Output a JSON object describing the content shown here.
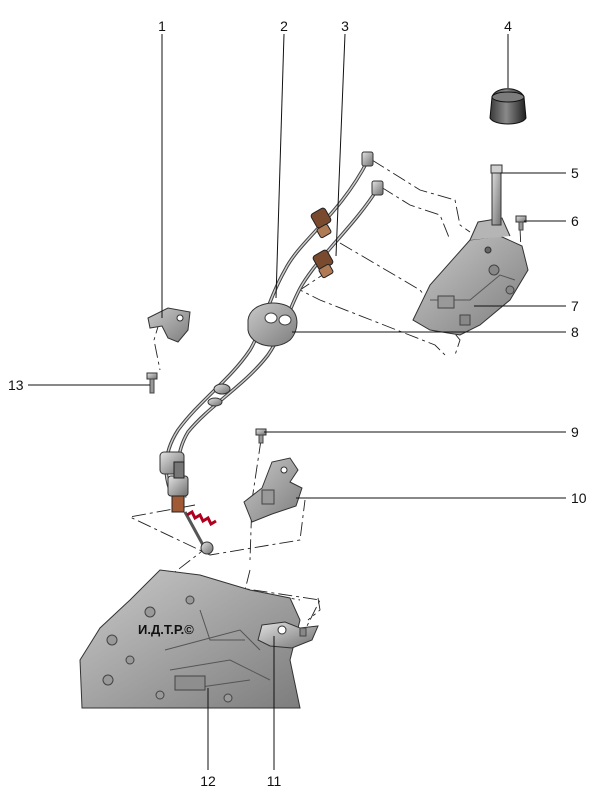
{
  "diagram": {
    "callouts": [
      {
        "id": "1",
        "label": "1"
      },
      {
        "id": "2",
        "label": "2"
      },
      {
        "id": "3",
        "label": "3"
      },
      {
        "id": "4",
        "label": "4"
      },
      {
        "id": "5",
        "label": "5"
      },
      {
        "id": "6",
        "label": "6"
      },
      {
        "id": "7",
        "label": "7"
      },
      {
        "id": "8",
        "label": "8"
      },
      {
        "id": "9",
        "label": "9"
      },
      {
        "id": "10",
        "label": "10"
      },
      {
        "id": "11",
        "label": "11"
      },
      {
        "id": "12",
        "label": "12"
      },
      {
        "id": "13",
        "label": "13"
      }
    ],
    "watermark": "И.Д.Т.Р.©"
  }
}
